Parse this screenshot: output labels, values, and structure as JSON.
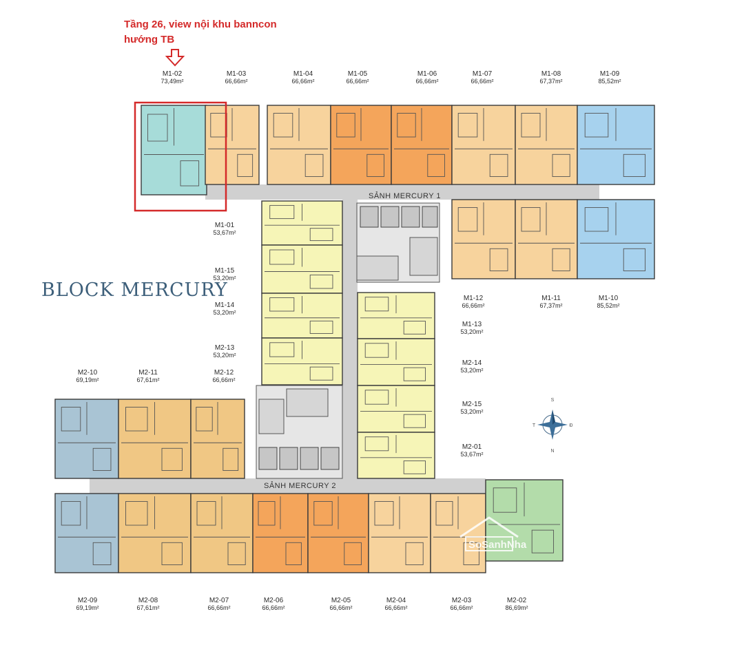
{
  "annotation": {
    "line1": "Tầng 26, view nội khu banncon",
    "line2": "hướng TB",
    "color": "#d42a2a"
  },
  "block_title": "BLOCK MERCURY",
  "lobbies": {
    "lobby1": "SẢNH MERCURY 1",
    "lobby2": "SẢNH MERCURY 2"
  },
  "watermark": "SoSanhNha",
  "colors": {
    "teal": "#a7dcd9",
    "orange_light": "#f7d39d",
    "orange_dark": "#f4a55b",
    "blue": "#a7d2ee",
    "yellow": "#f6f5b7",
    "slate": "#a9c4d4",
    "tan": "#f0c784",
    "green": "#b3dcaa",
    "corridor": "#d0d0d0",
    "core": "#c6c6c6",
    "highlight": "#d42a2a"
  },
  "units": [
    {
      "code": "M1-02",
      "area": "73,49m²",
      "color": "teal"
    },
    {
      "code": "M1-03",
      "area": "66,66m²",
      "color": "orange_light"
    },
    {
      "code": "M1-04",
      "area": "66,66m²",
      "color": "orange_light"
    },
    {
      "code": "M1-05",
      "area": "66,66m²",
      "color": "orange_dark"
    },
    {
      "code": "M1-06",
      "area": "66,66m²",
      "color": "orange_dark"
    },
    {
      "code": "M1-07",
      "area": "66,66m²",
      "color": "orange_light"
    },
    {
      "code": "M1-08",
      "area": "67,37m²",
      "color": "orange_light"
    },
    {
      "code": "M1-09",
      "area": "85,52m²",
      "color": "blue"
    },
    {
      "code": "M1-01",
      "area": "53,67m²",
      "color": "yellow"
    },
    {
      "code": "M1-15",
      "area": "53,20m²",
      "color": "yellow"
    },
    {
      "code": "M1-14",
      "area": "53,20m²",
      "color": "yellow"
    },
    {
      "code": "M2-13",
      "area": "53,20m²",
      "color": "yellow"
    },
    {
      "code": "M1-12",
      "area": "66,66m²",
      "color": "orange_light"
    },
    {
      "code": "M1-11",
      "area": "67,37m²",
      "color": "orange_light"
    },
    {
      "code": "M1-10",
      "area": "85,52m²",
      "color": "blue"
    },
    {
      "code": "M1-13",
      "area": "53,20m²",
      "color": "yellow"
    },
    {
      "code": "M2-14",
      "area": "53,20m²",
      "color": "yellow"
    },
    {
      "code": "M2-15",
      "area": "53,20m²",
      "color": "yellow"
    },
    {
      "code": "M2-01",
      "area": "53,67m²",
      "color": "yellow"
    },
    {
      "code": "M2-10",
      "area": "69,19m²",
      "color": "slate"
    },
    {
      "code": "M2-11",
      "area": "67,61m²",
      "color": "tan"
    },
    {
      "code": "M2-12",
      "area": "66,66m²",
      "color": "tan"
    },
    {
      "code": "M2-09",
      "area": "69,19m²",
      "color": "slate"
    },
    {
      "code": "M2-08",
      "area": "67,61m²",
      "color": "tan"
    },
    {
      "code": "M2-07",
      "area": "66,66m²",
      "color": "tan"
    },
    {
      "code": "M2-06",
      "area": "66,66m²",
      "color": "orange_dark"
    },
    {
      "code": "M2-05",
      "area": "66,66m²",
      "color": "orange_dark"
    },
    {
      "code": "M2-04",
      "area": "66,66m²",
      "color": "orange_light"
    },
    {
      "code": "M2-03",
      "area": "66,66m²",
      "color": "orange_light"
    },
    {
      "code": "M2-02",
      "area": "86,69m²",
      "color": "green"
    }
  ],
  "compass": {
    "icon": "compass-rose-icon",
    "n": "N",
    "s": "S",
    "e": "Đ",
    "w": "T"
  }
}
